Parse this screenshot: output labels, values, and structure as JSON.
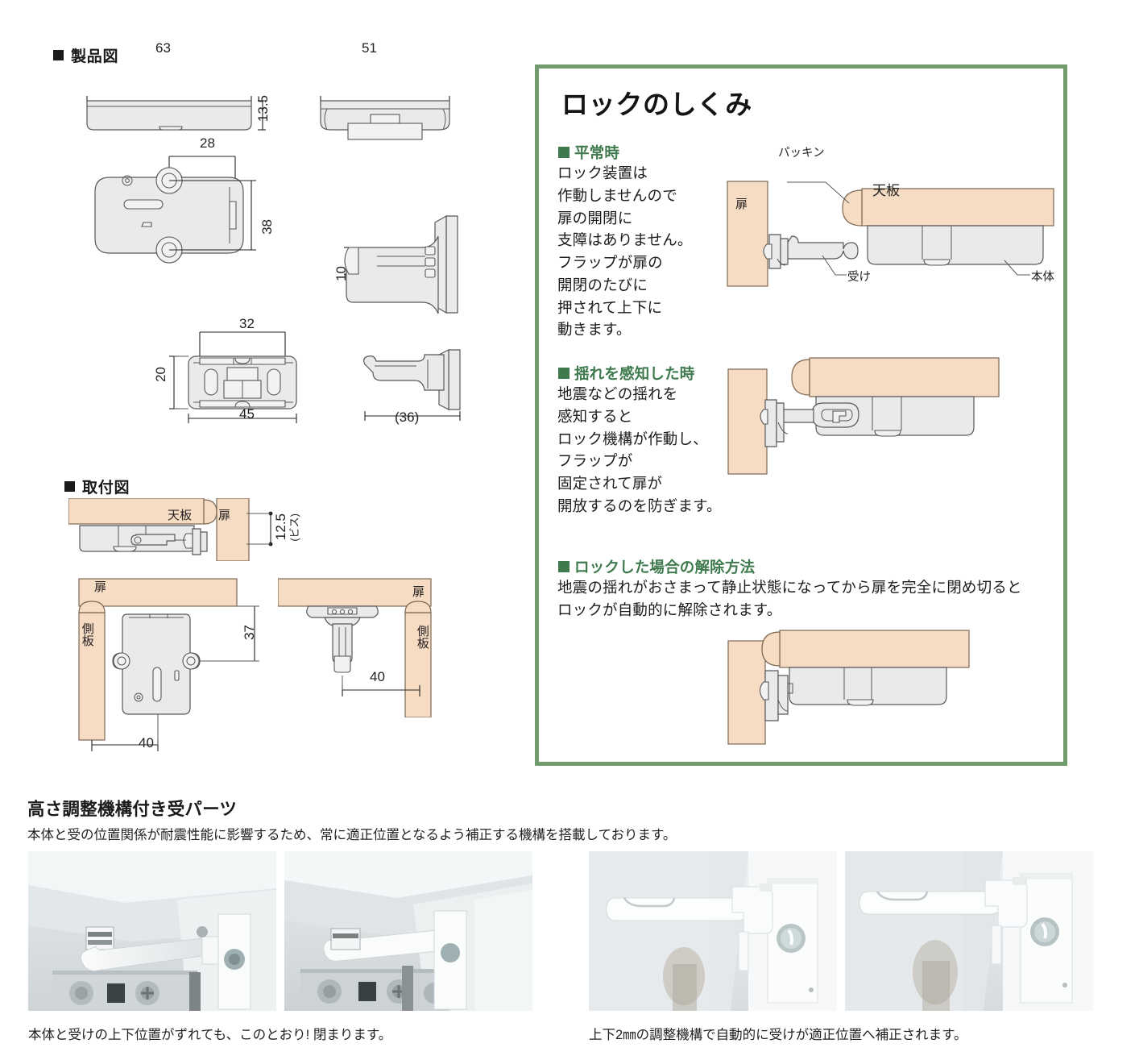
{
  "product_drawing": {
    "heading": "製品図",
    "dims": {
      "width_top": "63",
      "height_side": "13.5",
      "width_front": "51",
      "plate_hole_span": "28",
      "plate_height": "38",
      "receiver_depth": "10",
      "receiver_inner": "32",
      "receiver_height": "20",
      "receiver_width": "45",
      "receiver_projection": "(36)"
    }
  },
  "mounting_drawing": {
    "heading": "取付図",
    "labels": {
      "top_panel": "天板",
      "door": "扉",
      "side_panel": "側板"
    },
    "dims": {
      "screw": "12.5",
      "screw_note": "(ビス)",
      "from_top": "37",
      "from_side_left": "40",
      "from_side_right": "40"
    }
  },
  "lock_panel": {
    "title": "ロックのしくみ",
    "border_color": "#6f9b6d",
    "heading_color": "#3f7a4e",
    "sections": [
      {
        "heading": "平常時",
        "body": "ロック装置は\n作動しませんので\n扉の開閉に\n支障はありません。\nフラップが扉の\n開閉のたびに\n押されて上下に\n動きます。"
      },
      {
        "heading": "揺れを感知した時",
        "body": "地震などの揺れを\n感知すると\nロック機構が作動し、\nフラップが\n固定されて扉が\n開放するのを防ぎます。"
      },
      {
        "heading": "ロックした場合の解除方法",
        "body": "地震の揺れがおさまって静止状態になってから扉を完全に閉め切ると\nロックが自動的に解除されます。"
      }
    ],
    "diagram_labels": {
      "gasket": "パッキン",
      "top_panel": "天板",
      "door": "扉",
      "receiver": "受け",
      "body": "本体"
    }
  },
  "height_adjust": {
    "title": "高さ調整機構付き受パーツ",
    "subtitle": "本体と受の位置関係が耐震性能に影響するため、常に適正位置となるよう補正する機構を搭載しております。",
    "caption_left": "本体と受けの上下位置がずれても、このとおり! 閉まります。",
    "caption_right": "上下2㎜の調整機構で自動的に受けが適正位置へ補正されます。"
  }
}
